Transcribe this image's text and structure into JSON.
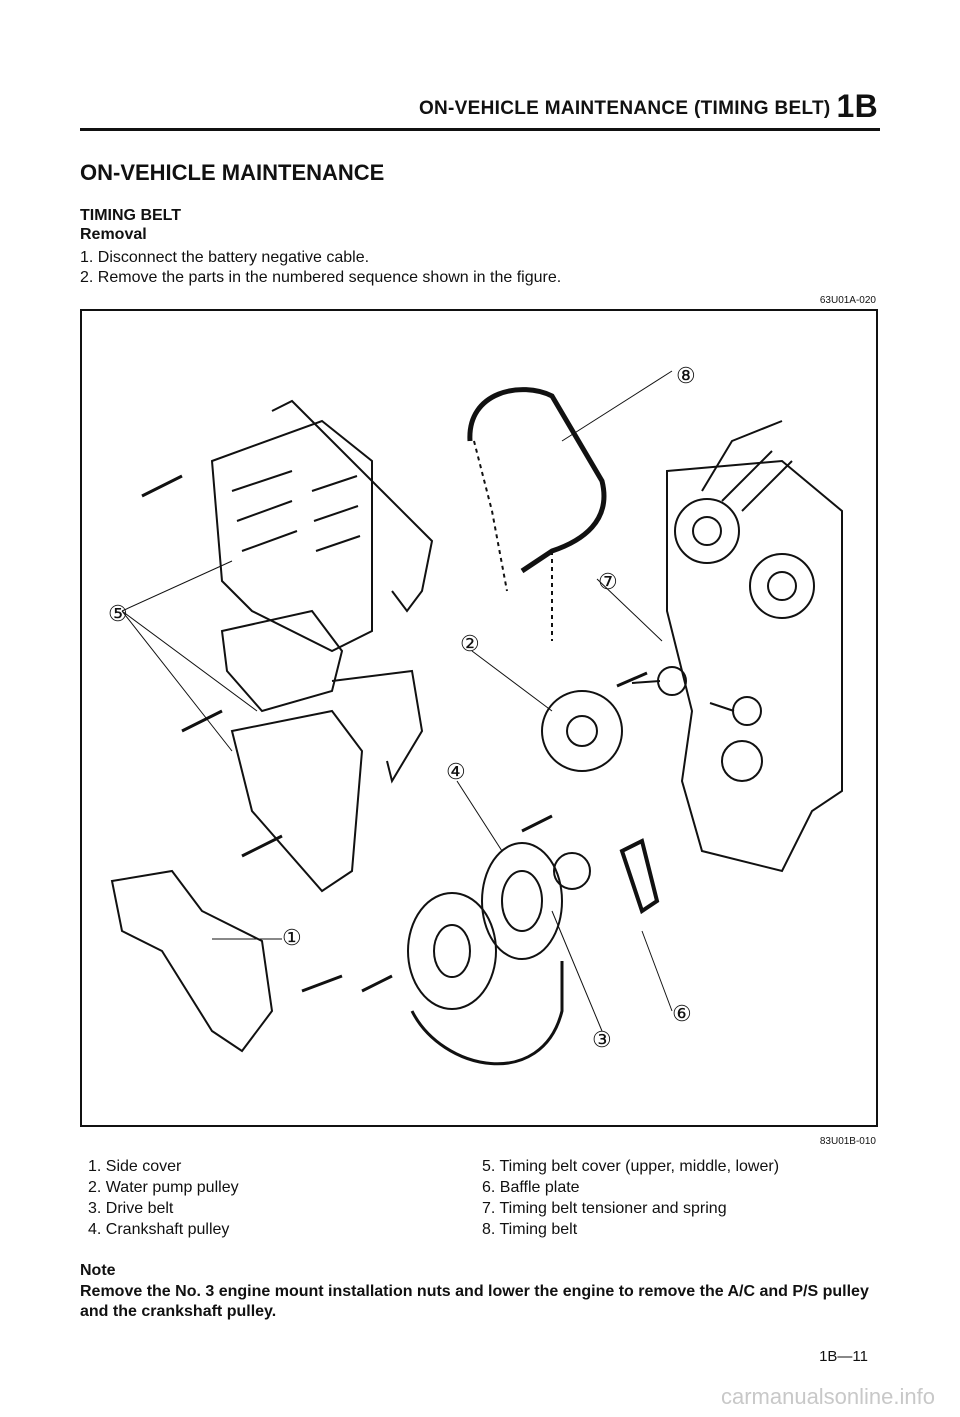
{
  "header": {
    "title": "ON-VEHICLE MAINTENANCE (TIMING BELT)",
    "section": "1B"
  },
  "page_title": "ON-VEHICLE MAINTENANCE",
  "subsection": "TIMING BELT",
  "subheading": "Removal",
  "steps": [
    "1. Disconnect the battery negative cable.",
    "2. Remove the parts in the numbered sequence shown in the figure."
  ],
  "figure": {
    "code_top": "63U01A-020",
    "code_bottom": "83U01B-010",
    "callouts": [
      "①",
      "②",
      "③",
      "④",
      "⑤",
      "⑥",
      "⑦",
      "⑧"
    ]
  },
  "legend": {
    "left": [
      "1. Side cover",
      "2. Water pump pulley",
      "3. Drive belt",
      "4. Crankshaft pulley"
    ],
    "right": [
      "5. Timing belt cover (upper, middle, lower)",
      "6. Baffle plate",
      "7. Timing belt tensioner and spring",
      "8. Timing belt"
    ]
  },
  "note": {
    "heading": "Note",
    "text": "Remove the No. 3 engine mount installation nuts and lower the engine to remove the A/C and P/S pulley and the crankshaft pulley."
  },
  "page_number": "1B—11",
  "watermark": "carmanualsonline.info"
}
